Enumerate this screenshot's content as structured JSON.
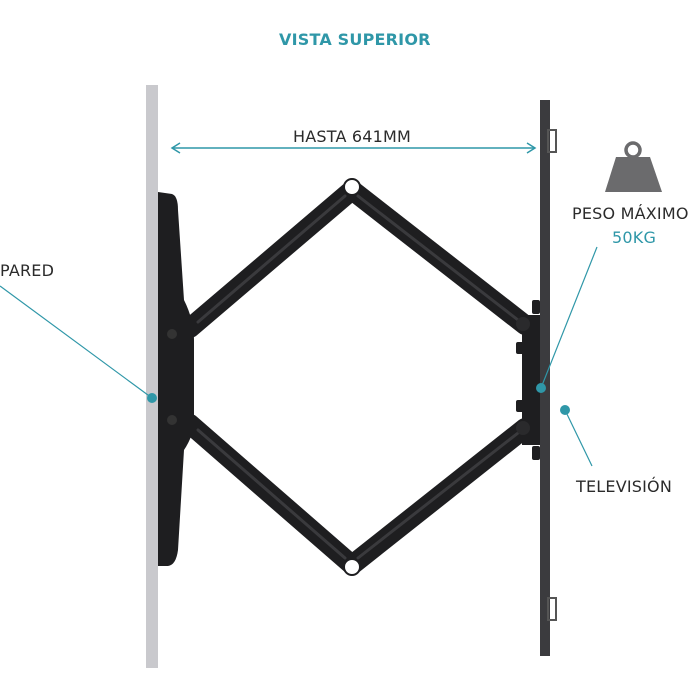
{
  "title": "VISTA SUPERIOR",
  "dimension_label": "HASTA 641MM",
  "weight": {
    "label": "PESO MÁXIMO",
    "value": "50KG",
    "icon": "weight-icon"
  },
  "wall_label": "PARED",
  "tv_label": "TELEVISIÓN",
  "colors": {
    "accent": "#2f97a8",
    "bracket": "#1e1e20",
    "wall": "#c9c9cd",
    "weight_icon": "#6b6b6d"
  }
}
